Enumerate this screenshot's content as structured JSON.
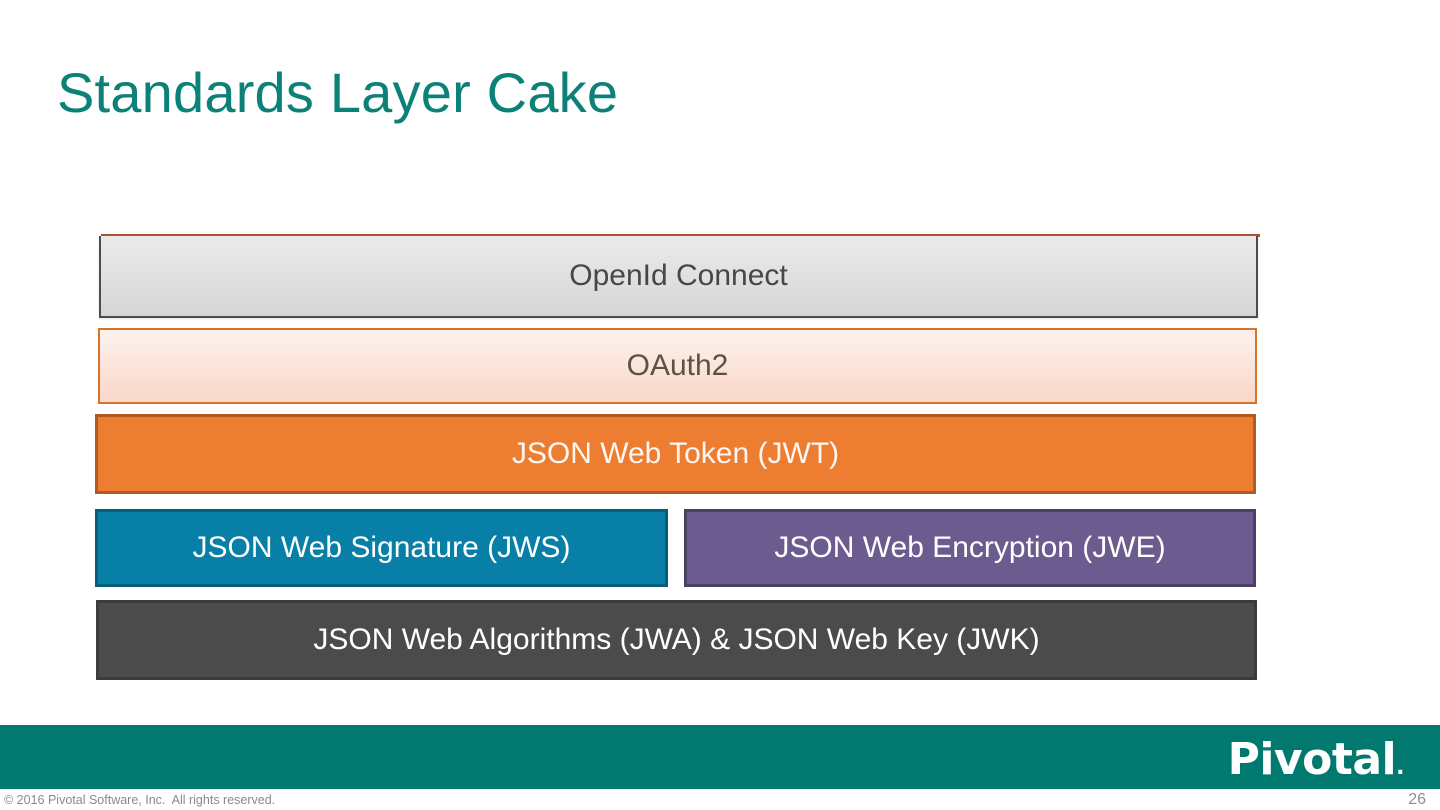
{
  "slide": {
    "title": "Standards Layer Cake",
    "title_color": "#0c8177",
    "background_color": "#ffffff"
  },
  "diagram": {
    "name": "standards-layer-cake",
    "type": "stacked-layer-diagram",
    "layers": [
      {
        "id": "openid-connect",
        "label": "OpenId Connect",
        "fill": "#e3e3e3",
        "border_color": "#4d4d4d",
        "accent_rule_color": "#a8431f",
        "text_color": "#474747",
        "row": 1,
        "span": "full"
      },
      {
        "id": "oauth2",
        "label": "OAuth2",
        "fill": "#fbe3da",
        "border_color": "#d8732f",
        "text_color": "#5b5146",
        "row": 2,
        "span": "full"
      },
      {
        "id": "json-web-token",
        "label": "JSON Web Token (JWT)",
        "fill": "#ed7d31",
        "border_color": "#b15a22",
        "text_color": "#fdf6f1",
        "row": 3,
        "span": "full"
      },
      {
        "id": "json-web-signature",
        "label": "JSON Web Signature (JWS)",
        "fill": "#077fa6",
        "border_color": "#0a5d78",
        "text_color": "#ffffff",
        "row": 4,
        "span": "half-left"
      },
      {
        "id": "json-web-encryption",
        "label": "JSON Web Encryption (JWE)",
        "fill": "#6b5b8e",
        "border_color": "#4b4064",
        "text_color": "#ffffff",
        "row": 4,
        "span": "half-right"
      },
      {
        "id": "json-web-algorithms-key",
        "label": "JSON Web Algorithms (JWA) & JSON Web Key (JWK)",
        "fill": "#4b4b4b",
        "border_color": "#3b3b3b",
        "text_color": "#ffffff",
        "row": 5,
        "span": "full"
      }
    ]
  },
  "footer": {
    "band_color": "#02796f",
    "brand": "Pivotal",
    "brand_dot": ".",
    "copyright": "© 2016 Pivotal Software, Inc.  All rights reserved.",
    "page_number": "26"
  }
}
